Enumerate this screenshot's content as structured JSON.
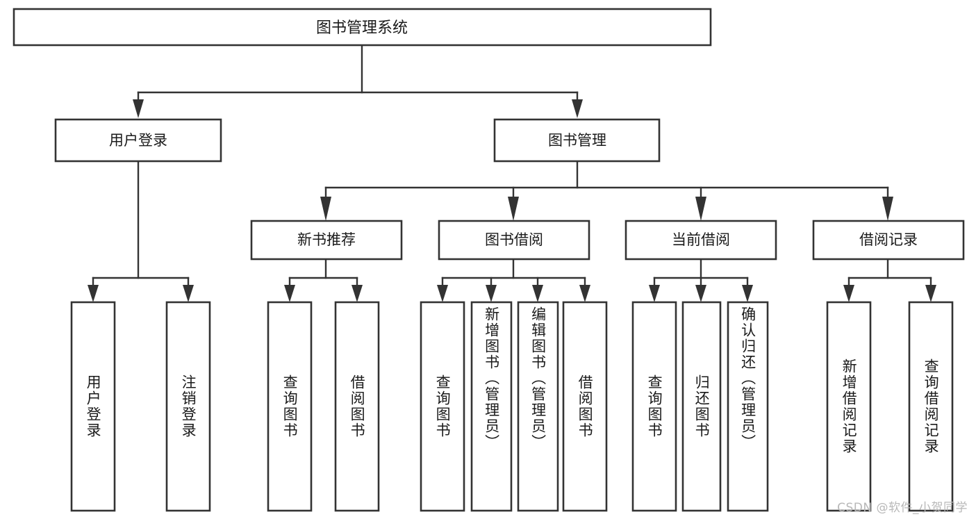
{
  "diagram": {
    "title": "图书管理系统",
    "type": "tree",
    "watermark": "CSDN @软件_小贺同学",
    "root": {
      "label": "图书管理系统",
      "level": 0
    },
    "level2": [
      {
        "label": "用户登录"
      },
      {
        "label": "图书管理"
      }
    ],
    "level3": [
      {
        "label": "新书推荐"
      },
      {
        "label": "图书借阅"
      },
      {
        "label": "当前借阅"
      },
      {
        "label": "借阅记录"
      }
    ],
    "leaves": {
      "user_login": [
        {
          "label": "用户登录"
        },
        {
          "label": "注销登录"
        }
      ],
      "new_book_recommend": [
        {
          "label": "查询图书"
        },
        {
          "label": "借阅图书"
        }
      ],
      "book_borrow": [
        {
          "label": "查询图书"
        },
        {
          "label": "新增图书（管理员）"
        },
        {
          "label": "编辑图书（管理员）"
        },
        {
          "label": "借阅图书"
        }
      ],
      "current_borrow": [
        {
          "label": "查询图书"
        },
        {
          "label": "归还图书"
        },
        {
          "label": "确认归还（管理员）"
        }
      ],
      "borrow_record": [
        {
          "label": "新增借阅记录"
        },
        {
          "label": "查询借阅记录"
        }
      ]
    },
    "colors": {
      "stroke": "#333333",
      "fill": "#ffffff",
      "text": "#1a1a1a",
      "watermark": "#b8b8b8"
    }
  }
}
